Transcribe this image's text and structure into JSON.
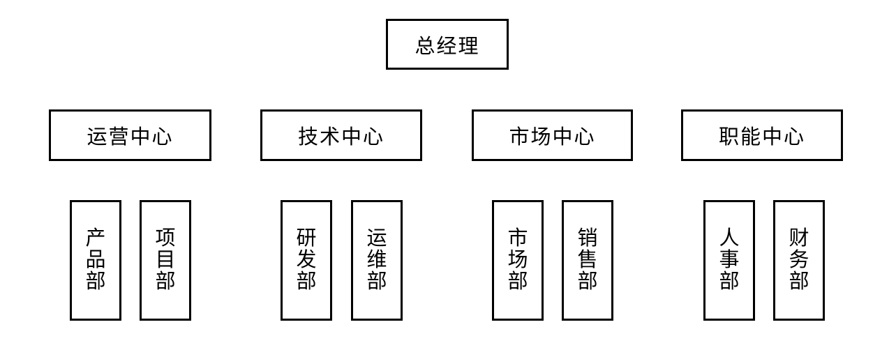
{
  "chart": {
    "type": "org-chart",
    "root": {
      "label": "总经理"
    },
    "centers": [
      {
        "label": "运营中心",
        "departments": [
          {
            "label": "产品部"
          },
          {
            "label": "项目部"
          }
        ]
      },
      {
        "label": "技术中心",
        "departments": [
          {
            "label": "研发部"
          },
          {
            "label": "运维部"
          }
        ]
      },
      {
        "label": "市场中心",
        "departments": [
          {
            "label": "市场部"
          },
          {
            "label": "销售部"
          }
        ]
      },
      {
        "label": "职能中心",
        "departments": [
          {
            "label": "人事部"
          },
          {
            "label": "财务部"
          }
        ]
      }
    ],
    "colors": {
      "border": "#000000",
      "background": "#ffffff",
      "text": "#000000"
    }
  }
}
